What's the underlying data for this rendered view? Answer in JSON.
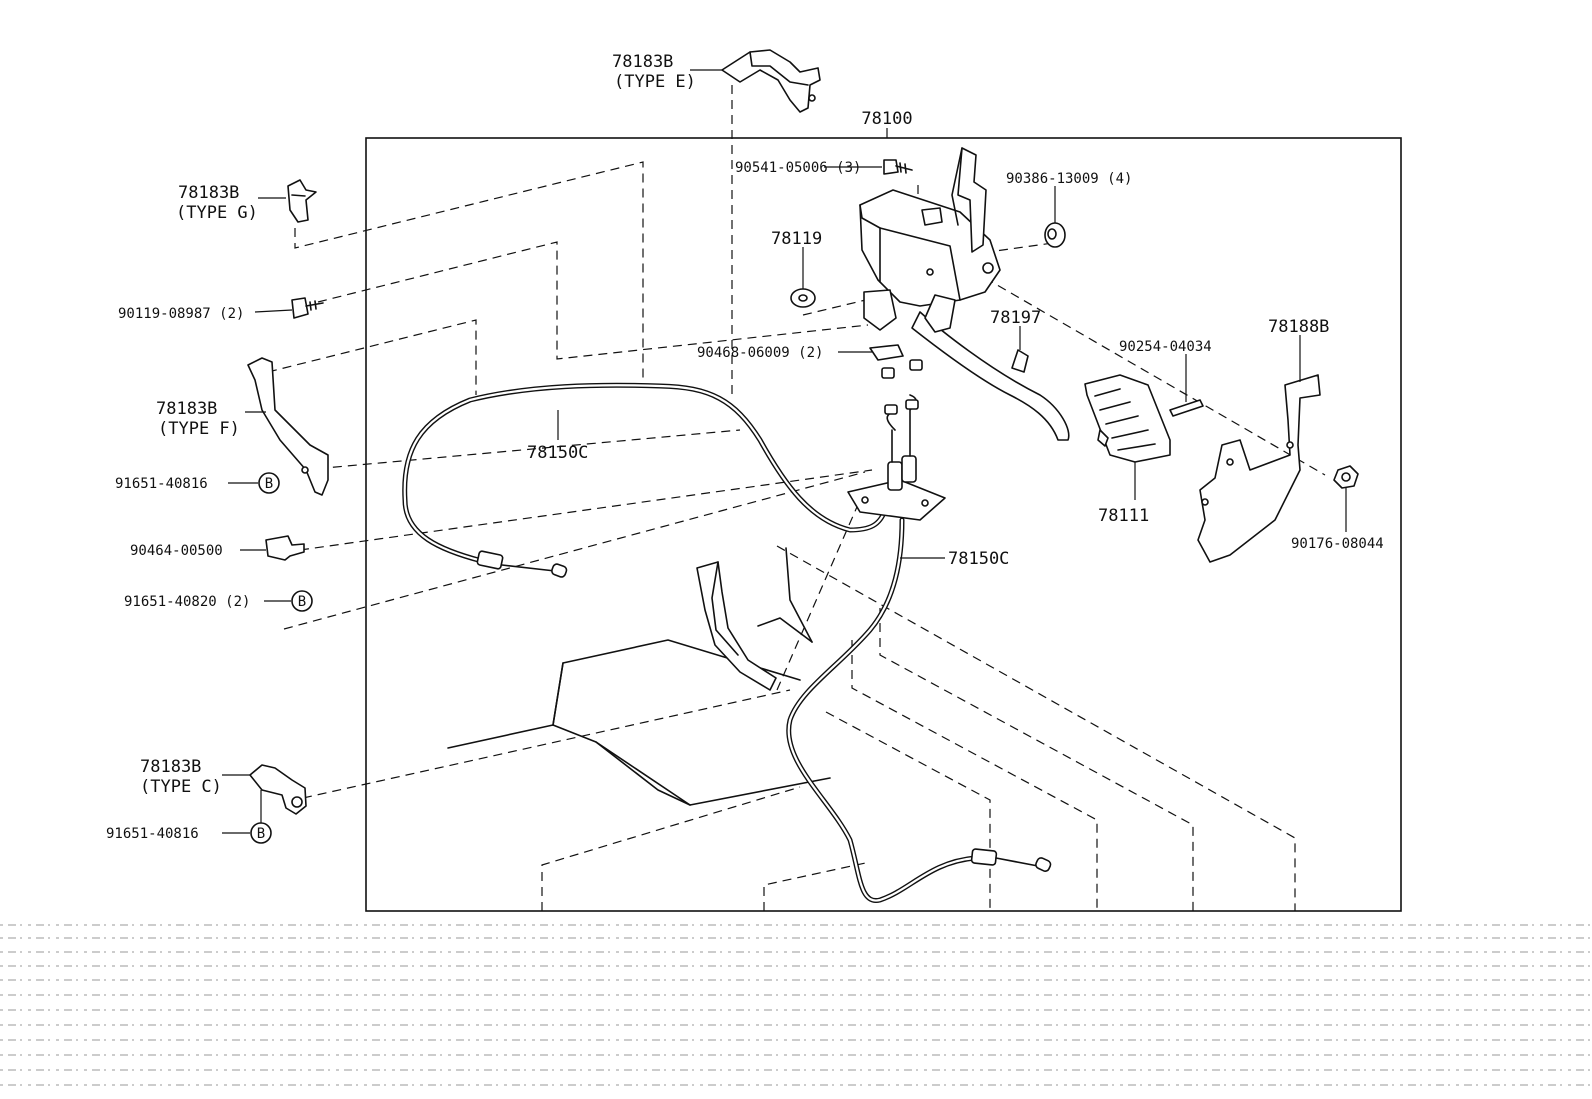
{
  "diagram": {
    "assembly_label": "78100",
    "parts": {
      "bracket_e": {
        "number": "78183B",
        "type": "(TYPE  E)"
      },
      "bracket_g": {
        "number": "78183B",
        "type": "(TYPE  G)"
      },
      "bracket_f": {
        "number": "78183B",
        "type": "(TYPE  F)"
      },
      "bracket_c": {
        "number": "78183B",
        "type": "(TYPE  C)"
      },
      "bolt_90119": "90119-08987 (2)",
      "bolt_90541": "90541-05006 (3)",
      "nut_90386": "90386-13009 (4)",
      "grommet_78119": "78119",
      "clip_90468": "90468-06009 (2)",
      "clamp_78197": "78197",
      "pin_90254": "90254-04034",
      "bracket_78188b": "78188B",
      "pad_78111": "78111",
      "nut_90176": "90176-08044",
      "cable_upper": "78150C",
      "cable_lower": "78150C",
      "clip_91651_f": "91651-40816",
      "clip_90464": "90464-00500",
      "clip_91651_2": "91651-40820 (2)",
      "clip_91651_c": "91651-40816",
      "marker_b": "B"
    }
  }
}
